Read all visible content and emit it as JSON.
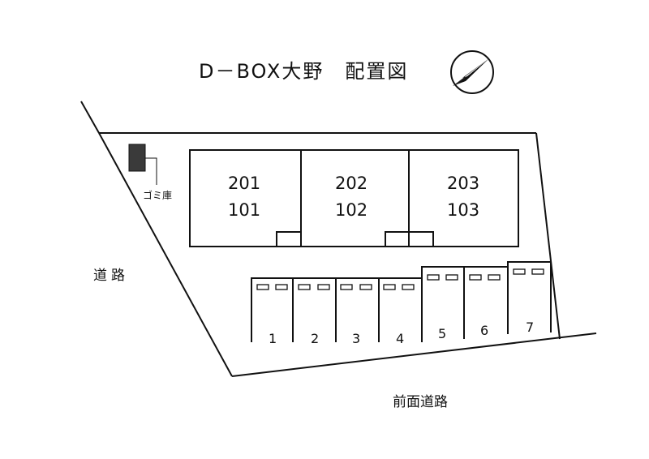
{
  "title": "D－BOX大野　配置図",
  "labels": {
    "road_side": "道路",
    "road_front": "前面道路",
    "garbage": "ゴミ庫"
  },
  "units": [
    {
      "upper": "201",
      "lower": "101"
    },
    {
      "upper": "202",
      "lower": "102"
    },
    {
      "upper": "203",
      "lower": "103"
    }
  ],
  "parking": [
    "1",
    "2",
    "3",
    "4",
    "5",
    "6",
    "7"
  ],
  "colors": {
    "line": "#111111",
    "garbage": "#3a3a3a"
  },
  "icons": {
    "compass": "north-arrow-icon"
  }
}
